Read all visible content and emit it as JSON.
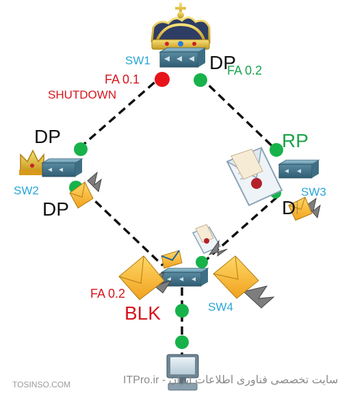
{
  "switches": {
    "sw1": "SW1",
    "sw2": "SW2",
    "sw3": "SW3",
    "sw4": "SW4"
  },
  "ports": {
    "sw1_dp": "DP",
    "sw1_fa01": "FA 0.1",
    "sw1_fa02": "FA 0.2",
    "sw1_shutdown": "SHUTDOWN",
    "sw2_dp_top": "DP",
    "sw2_dp_bottom": "DP",
    "sw3_rp": "RP",
    "sw3_dp": "DP",
    "sw4_fa02": "FA 0.2",
    "sw4_blk": "BLK"
  },
  "watermark": {
    "site": "ITPro.ir - وب سایت تخصصی فناوری اطلاعات ایران",
    "brand": "TOSINSO.COM"
  },
  "colors": {
    "link": "#111111",
    "forwarding": "#17b24a",
    "shutdown": "#e8141c",
    "switch_label": "#2aa6d8",
    "envelope": "#f0b030"
  },
  "icons": [
    "crown-icon",
    "small-crown-icon",
    "switch-icon",
    "envelope-icon",
    "letter-icon",
    "bat-wing-icon",
    "pc-icon"
  ]
}
